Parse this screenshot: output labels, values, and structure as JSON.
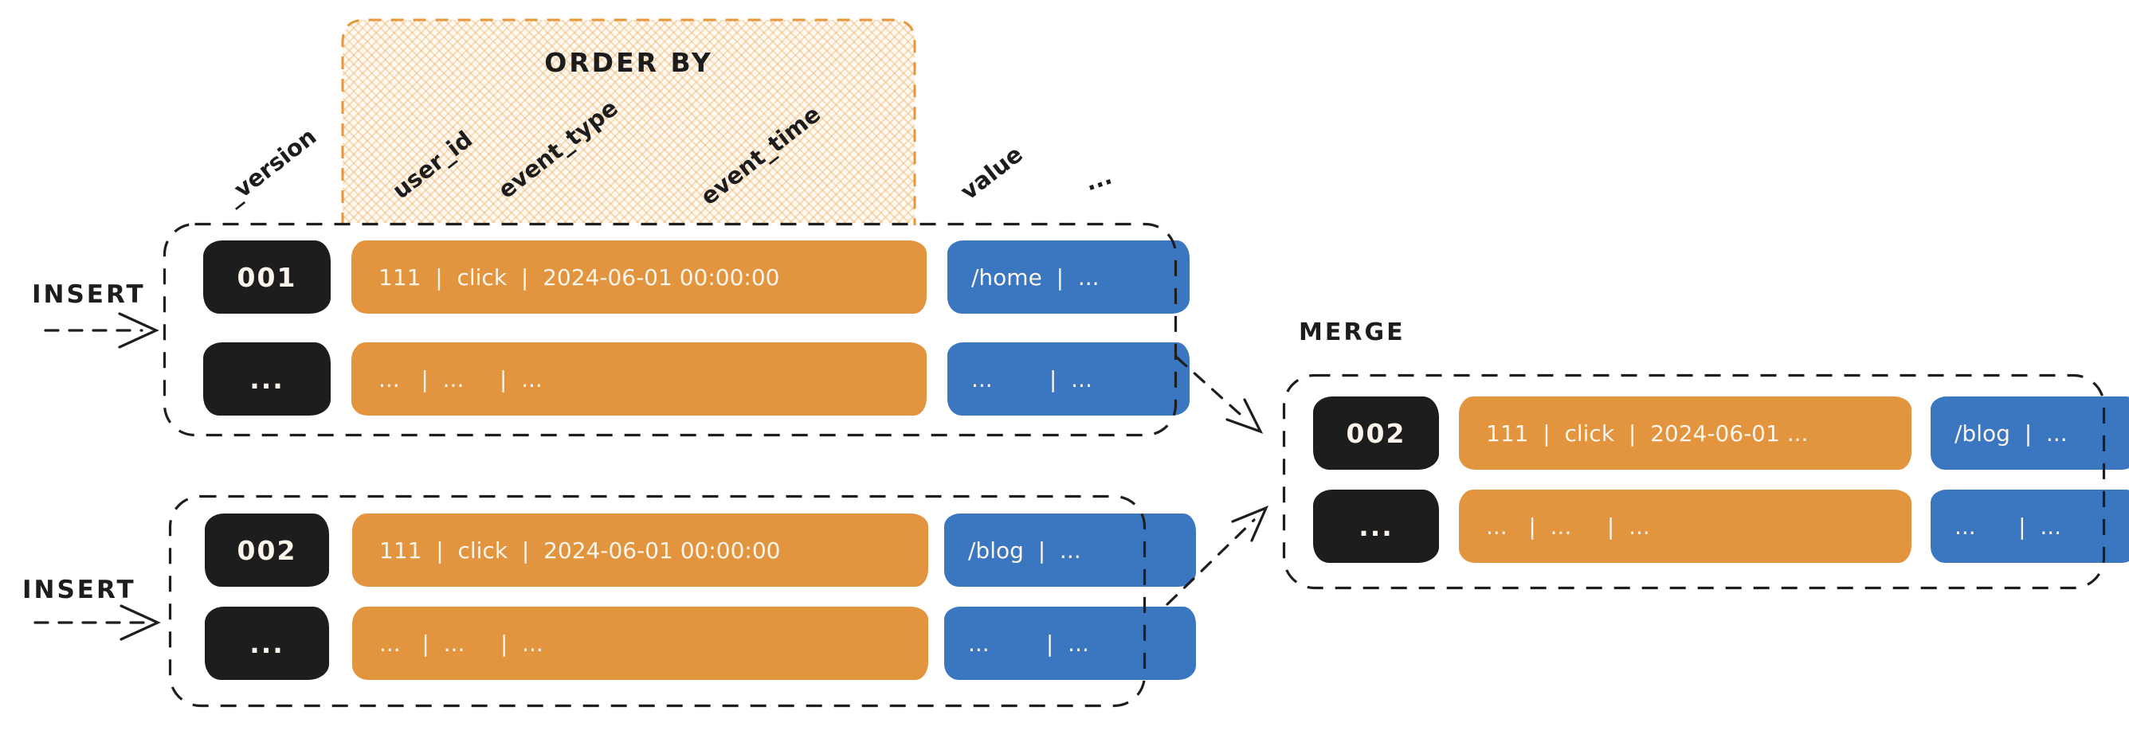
{
  "labels": {
    "order_by": "ORDER BY",
    "version_col": "_version",
    "user_id_col": "user_id",
    "event_type_col": "event_type",
    "event_time_col": "event_time",
    "value_col": "value",
    "more_cols": "...",
    "insert_1": "INSERT",
    "insert_2": "INSERT",
    "merge": "MERGE"
  },
  "blocks": {
    "part1": {
      "rows": [
        {
          "version": "001",
          "key": "111  |  click  |  2024-06-01 00:00:00",
          "value": "/home  |  ..."
        },
        {
          "version": "...",
          "key": "...   |  ...     |  ...",
          "value": "...        |  ..."
        }
      ]
    },
    "part2": {
      "rows": [
        {
          "version": "002",
          "key": "111  |  click  |  2024-06-01 00:00:00",
          "value": "/blog  |  ..."
        },
        {
          "version": "...",
          "key": "...   |  ...     |  ...",
          "value": "...        |  ..."
        }
      ]
    },
    "merged": {
      "rows": [
        {
          "version": "002",
          "key": "111  |  click  |  2024-06-01 ...",
          "value": "/blog  |  ..."
        },
        {
          "version": "...",
          "key": "...   |  ...     |  ...",
          "value": "...      |  ..."
        }
      ]
    }
  },
  "colors": {
    "key_columns_fill": "#e2943e",
    "value_fill": "#3b76c0",
    "version_fill": "#1d1d1d",
    "cell_text": "#fbf5ec",
    "outline": "#1e1e1e",
    "orderby_border": "#e8963a",
    "orderby_hatch": "#f6dcb8",
    "background": "#ffffff"
  }
}
